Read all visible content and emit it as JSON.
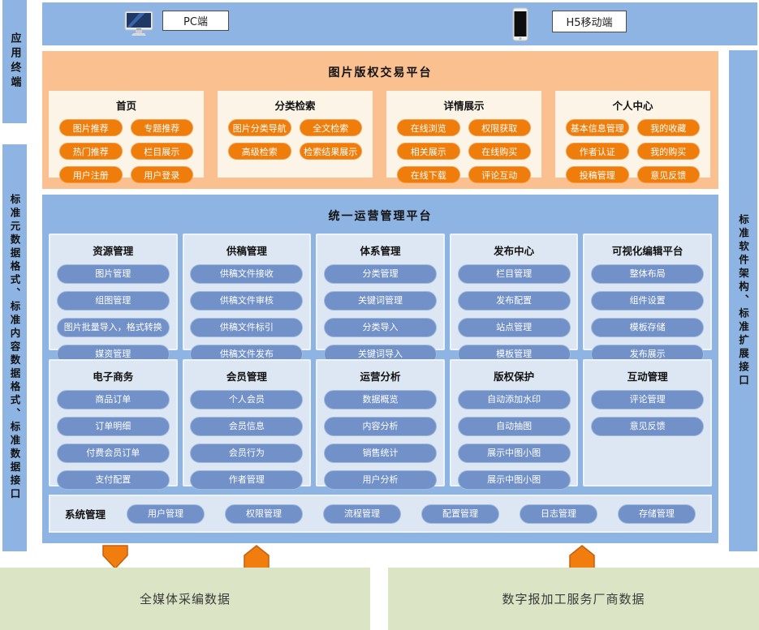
{
  "sidebar": {
    "app_terminal": "应用终端",
    "left_standards": "标准元数据格式、标准内容数据格式、标准数据接口",
    "right_standards": "标准软件架构、标准扩展接口"
  },
  "terminals": {
    "pc_label": "PC端",
    "mobile_label": "H5移动端"
  },
  "trading_platform": {
    "title": "图片版权交易平台",
    "sections": [
      {
        "title": "首页",
        "buttons": [
          "图片推荐",
          "专题推荐",
          "热门推荐",
          "栏目展示",
          "用户注册",
          "用户登录"
        ]
      },
      {
        "title": "分类检索",
        "buttons": [
          "图片分类导航",
          "全文检索",
          "高级检索",
          "检索结果展示"
        ]
      },
      {
        "title": "详情展示",
        "buttons": [
          "在线浏览",
          "权限获取",
          "相关展示",
          "在线购买",
          "在线下载",
          "评论互动"
        ]
      },
      {
        "title": "个人中心",
        "buttons": [
          "基本信息管理",
          "我的收藏",
          "作者认证",
          "我的购买",
          "投稿管理",
          "意见反馈"
        ]
      }
    ]
  },
  "management_platform": {
    "title": "统一运营管理平台",
    "rows": [
      [
        {
          "title": "资源管理",
          "buttons": [
            "图片管理",
            "组图管理",
            "图片批量导入，格式转换",
            "媒资管理"
          ]
        },
        {
          "title": "供稿管理",
          "buttons": [
            "供稿文件接收",
            "供稿文件审核",
            "供稿文件标引",
            "供稿文件发布"
          ]
        },
        {
          "title": "体系管理",
          "buttons": [
            "分类管理",
            "关键词管理",
            "分类导入",
            "关键词导入"
          ]
        },
        {
          "title": "发布中心",
          "buttons": [
            "栏目管理",
            "发布配置",
            "站点管理",
            "模板管理"
          ]
        },
        {
          "title": "可视化编辑平台",
          "buttons": [
            "整体布局",
            "组件设置",
            "模板存储",
            "发布展示"
          ]
        }
      ],
      [
        {
          "title": "电子商务",
          "buttons": [
            "商品订单",
            "订单明细",
            "付费会员订单",
            "支付配置"
          ]
        },
        {
          "title": "会员管理",
          "buttons": [
            "个人会员",
            "会员信息",
            "会员行为",
            "作者管理"
          ]
        },
        {
          "title": "运营分析",
          "buttons": [
            "数据概览",
            "内容分析",
            "销售统计",
            "用户分析"
          ]
        },
        {
          "title": "版权保护",
          "buttons": [
            "自动添加水印",
            "自动抽图",
            "展示中图小图",
            "展示中图小图"
          ]
        },
        {
          "title": "互动管理",
          "buttons": [
            "评论管理",
            "意见反馈"
          ]
        }
      ]
    ],
    "system": {
      "label": "系统管理",
      "buttons": [
        "用户管理",
        "权限管理",
        "流程管理",
        "配置管理",
        "日志管理",
        "存储管理"
      ]
    }
  },
  "data_sources": {
    "left": "全媒体采编数据",
    "right": "数字报加工服务厂商数据"
  },
  "colors": {
    "strip_blue": "#8db4e2",
    "orange_platform": "#fac090",
    "orange_button": "#ee7d0b",
    "section_cream": "#fdf4e8",
    "column_bg": "#dde7f3",
    "blue_button": "#7191c8",
    "green_box": "#dbe5c5",
    "arrow_orange": "#f07d0e"
  }
}
